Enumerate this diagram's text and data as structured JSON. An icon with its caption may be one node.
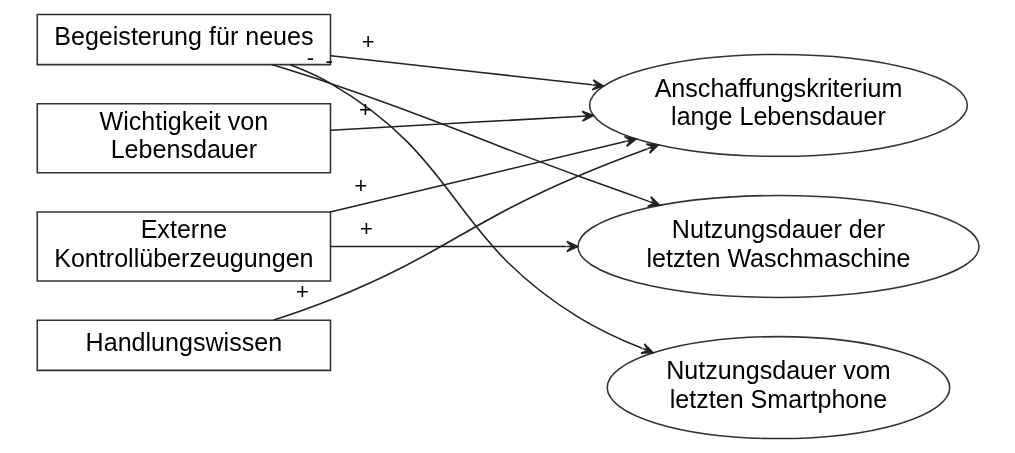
{
  "diagram": {
    "nodes": [
      {
        "text": [
          "Begeisterung für neues"
        ]
      },
      {
        "text": [
          "Wichtigkeit von Lebensdauer"
        ]
      },
      {
        "text": [
          "Externe Kontrollüberzeugungen"
        ]
      },
      {
        "text": [
          "Handlungswissen"
        ]
      },
      {
        "text": [
          "Anschaffungskriterium lange Lebensdauer"
        ]
      },
      {
        "text": [
          "Nutzungsdauer der letzten Waschmaschine"
        ]
      },
      {
        "text": [
          "Nutzungsdauer vom letzten Smartphone"
        ]
      }
    ],
    "edges": [
      {
        "from": 0,
        "to": 4,
        "arrow": "to",
        "label": "+"
      },
      {
        "from": 0,
        "to": 5,
        "arrow": "to",
        "label": "-"
      },
      {
        "from": 0,
        "to": 6,
        "arrow": "to",
        "label": "-"
      },
      {
        "from": 1,
        "to": 4,
        "arrow": "to",
        "label": "+"
      },
      {
        "from": 2,
        "to": 4,
        "arrow": "to",
        "label": "+"
      },
      {
        "from": 2,
        "to": 5,
        "arrow": "to",
        "label": "+"
      },
      {
        "from": 3,
        "to": 4,
        "arrow": "to",
        "label": "+"
      }
    ]
  }
}
